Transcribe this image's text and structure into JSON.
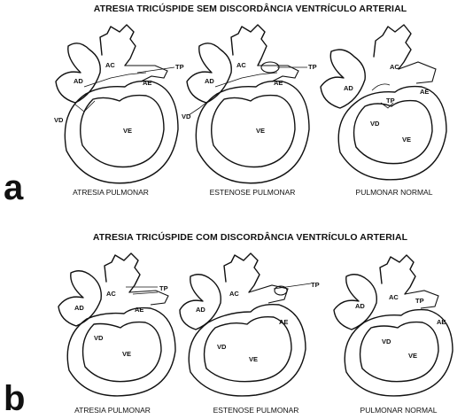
{
  "figure": {
    "panel_a": {
      "letter": "a",
      "title": "ATRESIA TRICÚSPIDE SEM DISCORDÂNCIA VENTRÍCULO ARTERIAL",
      "hearts": [
        {
          "caption": "ATRESIA PULMONAR",
          "labels": {
            "ad": "AD",
            "ac": "AC",
            "tp": "TP",
            "ae": "AE",
            "vd": "VD",
            "ve": "VE"
          }
        },
        {
          "caption": "ESTENOSE PULMONAR",
          "labels": {
            "ad": "AD",
            "ac": "AC",
            "tp": "TP",
            "ae": "AE",
            "vd": "VD",
            "ve": "VE"
          }
        },
        {
          "caption": "PULMONAR NORMAL",
          "labels": {
            "ad": "AD",
            "ac": "AC",
            "tp": "TP",
            "ae": "AE",
            "vd": "VD",
            "ve": "VE"
          }
        }
      ]
    },
    "panel_b": {
      "letter": "b",
      "title": "ATRESIA TRICÚSPIDE COM DISCORDÂNCIA VENTRÍCULO ARTERIAL",
      "hearts": [
        {
          "caption": "ATRESIA PULMONAR",
          "labels": {
            "ad": "AD",
            "ac": "AC",
            "tp": "TP",
            "ae": "AE",
            "vd": "VD",
            "ve": "VE"
          }
        },
        {
          "caption": "ESTENOSE PULMONAR",
          "labels": {
            "ad": "AD",
            "ac": "AC",
            "tp": "TP",
            "ae": "AE",
            "vd": "VD",
            "ve": "VE"
          }
        },
        {
          "caption": "PULMONAR NORMAL",
          "labels": {
            "ad": "AD",
            "ac": "AC",
            "tp": "TP",
            "ae": "AE",
            "vd": "VD",
            "ve": "VE"
          }
        }
      ]
    }
  }
}
